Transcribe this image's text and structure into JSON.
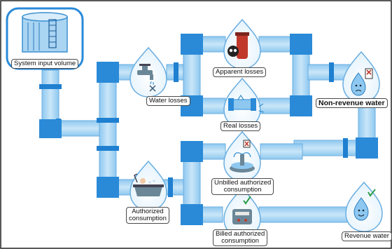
{
  "labels": {
    "system_input_volume": "System input volume",
    "water_losses": "Water losses",
    "apparent_losses": "Apparent losses",
    "real_losses": "Real losses",
    "non_revenue_water": "Non-revenue water",
    "unbilled_line1": "Unbilled authorized",
    "unbilled_line2": "consumption",
    "authorized_line1": "Authorized",
    "authorized_line2": "consumption",
    "billed_line1": "Billed authorized",
    "billed_line2": "consumption",
    "revenue_water": "Revenue water"
  },
  "icons": {
    "tank": "water-tank-icon",
    "water_losses": "faucet-icon",
    "apparent_losses": "meter-thief-icon",
    "real_losses": "leaking-pipe-icon",
    "non_revenue_water": "sad-drop-icon",
    "unbilled": "fountain-icon",
    "authorized": "bathtub-icon",
    "billed": "water-meter-icon",
    "revenue_water": "happy-drop-icon"
  },
  "colors": {
    "pipe_light": "#8ec8f0",
    "pipe_joint": "#2a8ad8",
    "negative_mark": "#c0392b",
    "positive_mark": "#2e9d4a"
  }
}
